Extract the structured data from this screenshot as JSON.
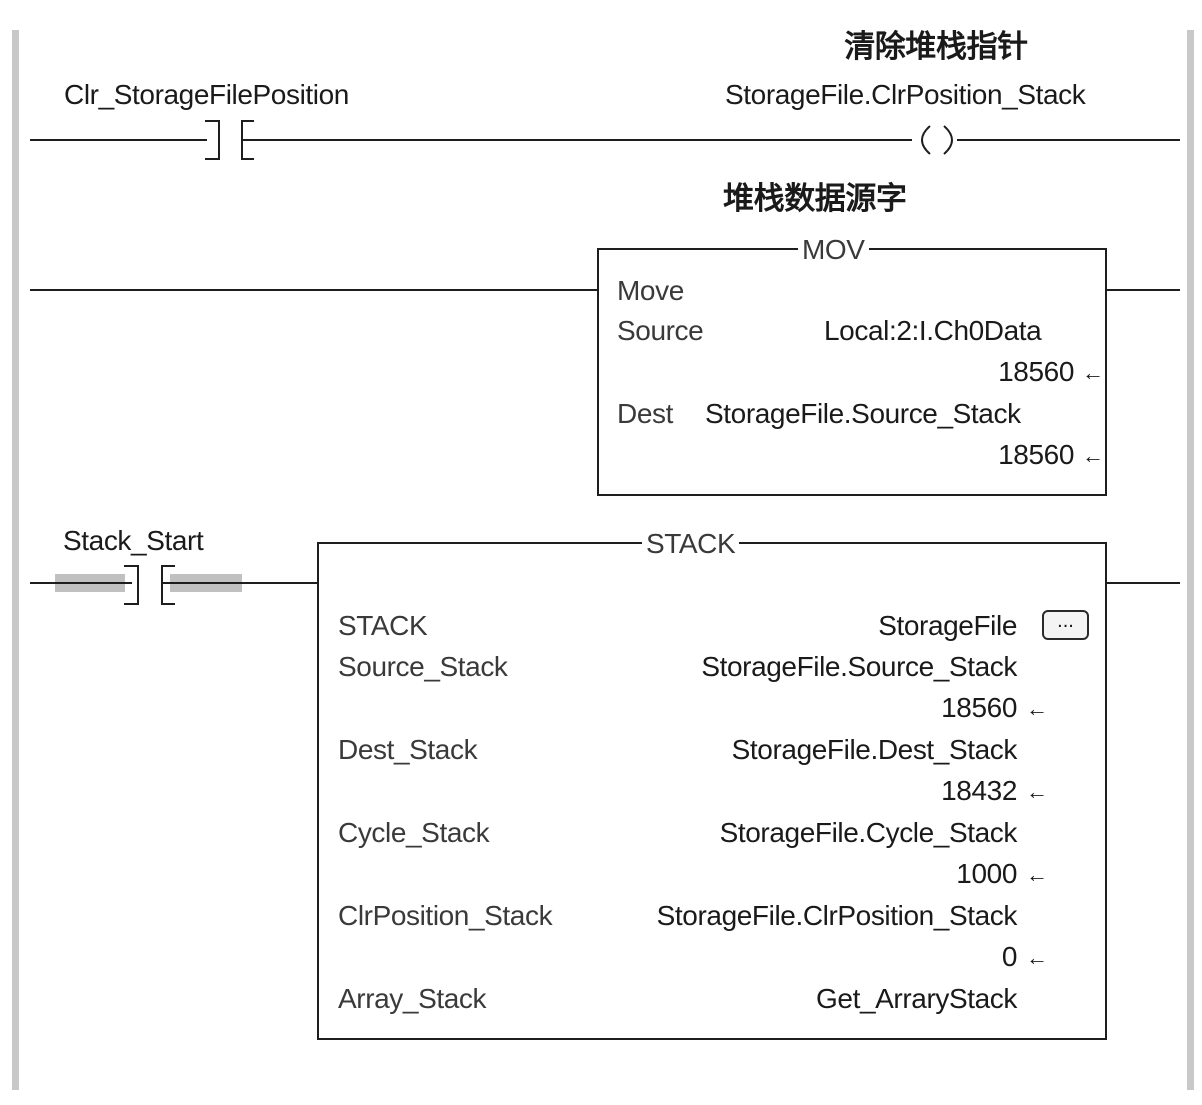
{
  "rung0": {
    "contact_tag": "Clr_StorageFilePosition",
    "coil_description": "清除堆栈指针",
    "coil_tag": "StorageFile.ClrPosition_Stack"
  },
  "rung1": {
    "description": "堆栈数据源字",
    "instruction": "MOV",
    "name_label": "Move",
    "source_label": "Source",
    "source_tag": "Local:2:I.Ch0Data",
    "source_value": "18560",
    "dest_label": "Dest",
    "dest_tag": "StorageFile.Source_Stack",
    "dest_value": "18560",
    "arrow": "←"
  },
  "rung2": {
    "contact_tag": "Stack_Start",
    "instruction": "STACK",
    "rows": {
      "stack": {
        "label": "STACK",
        "tag": "StorageFile"
      },
      "source": {
        "label": "Source_Stack",
        "tag": "StorageFile.Source_Stack",
        "value": "18560"
      },
      "dest": {
        "label": "Dest_Stack",
        "tag": "StorageFile.Dest_Stack",
        "value": "18432"
      },
      "cycle": {
        "label": "Cycle_Stack",
        "tag": "StorageFile.Cycle_Stack",
        "value": "1000"
      },
      "clr": {
        "label": "ClrPosition_Stack",
        "tag": "StorageFile.ClrPosition_Stack",
        "value": "0"
      },
      "array": {
        "label": "Array_Stack",
        "tag": "Get_ArraryStack"
      }
    },
    "ellipsis": "...",
    "arrow": "←"
  },
  "colors": {
    "rail": "#c8c8c8",
    "wire": "#1e1e1e",
    "energized": "#c0c0c0"
  }
}
